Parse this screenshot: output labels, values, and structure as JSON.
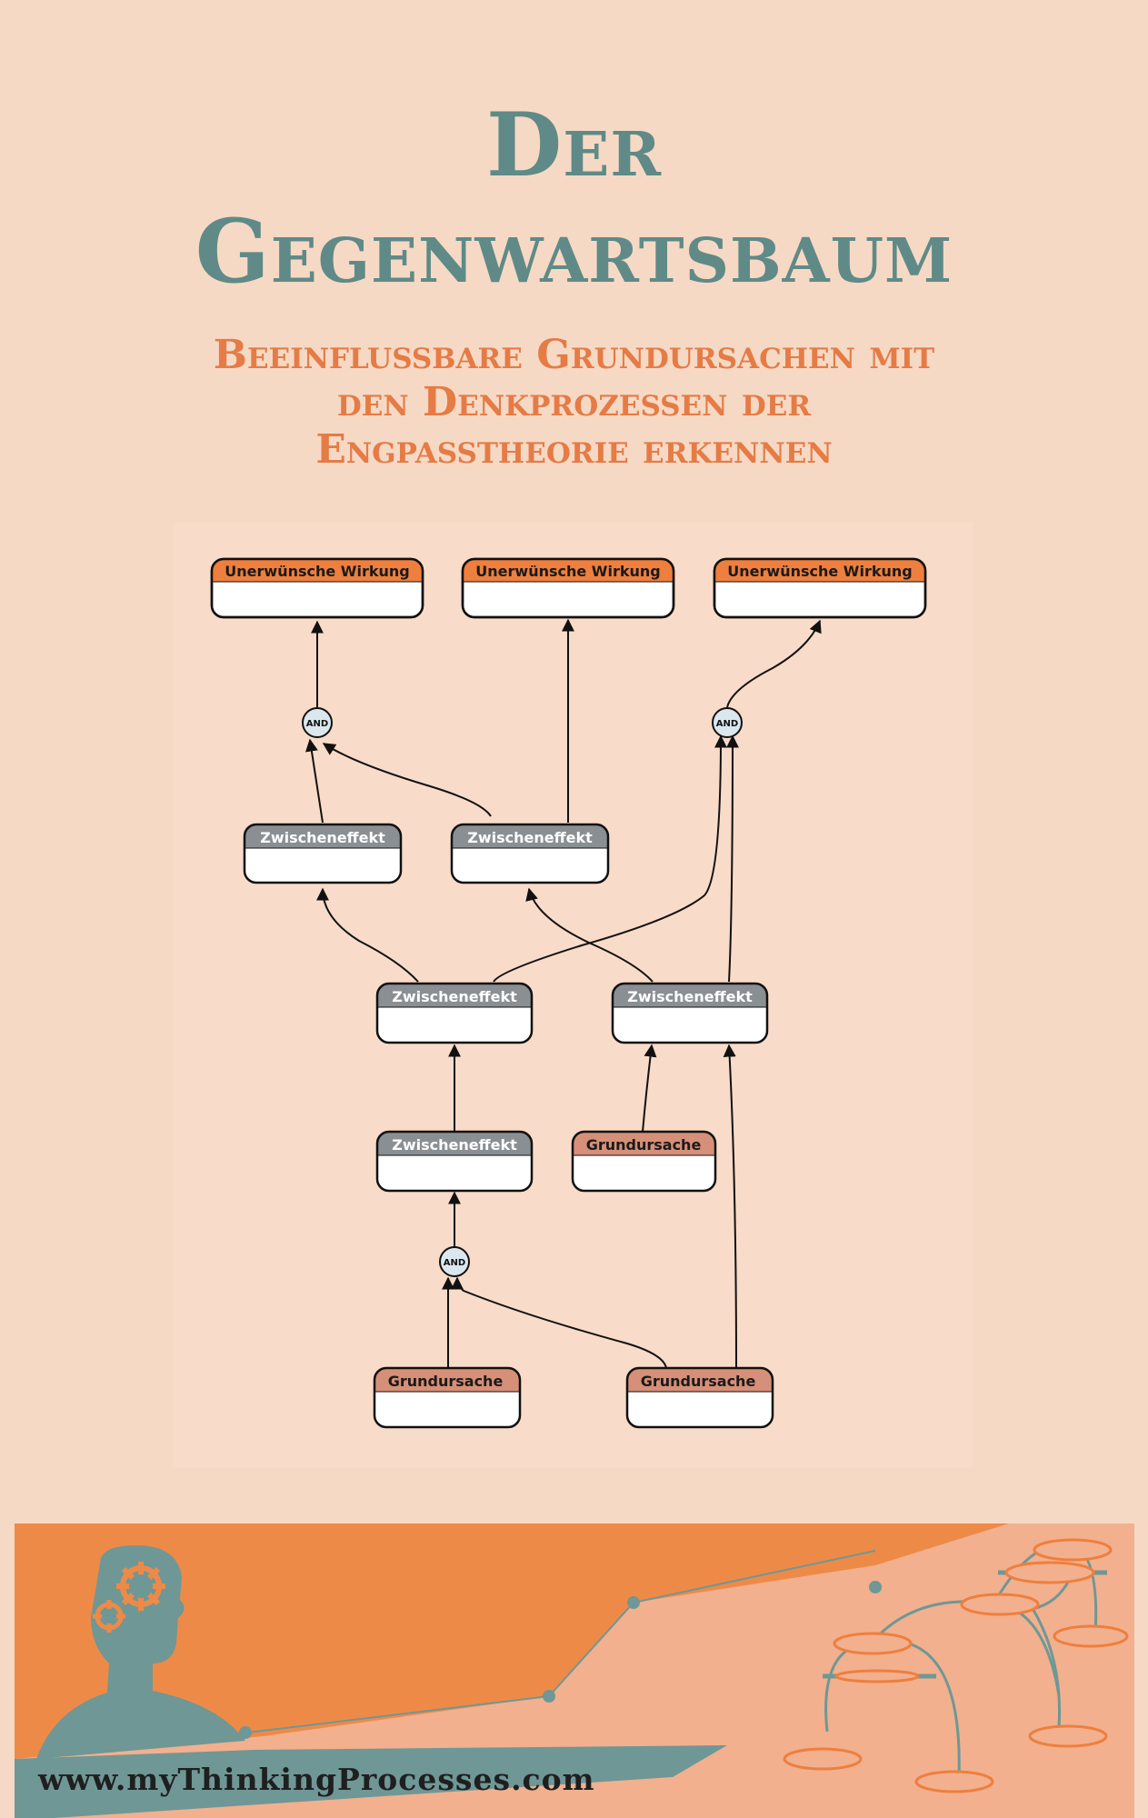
{
  "cover": {
    "title_line1": "Der",
    "title_line2": "Gegenwartsbaum",
    "subtitle_line1": "Beeinflussbare Grundursachen mit",
    "subtitle_line2": "den Denkprozessen der",
    "subtitle_line3": "Engpasstheorie erkennen",
    "url": "www.myThinkingProcesses.com"
  },
  "colors": {
    "background": "#f6d9c5",
    "title": "#5f8a87",
    "subtitle": "#e57b45",
    "effect_header": "#ee7f3e",
    "intermediate_header": "#8a8f94",
    "cause_header": "#d68f78",
    "footer_orange": "#ee8a48"
  },
  "diagram": {
    "nodes": {
      "ue1": "Unerwünsche Wirkung",
      "ue2": "Unerwünsche Wirkung",
      "ue3": "Unerwünsche Wirkung",
      "z1": "Zwischeneffekt",
      "z2": "Zwischeneffekt",
      "z3": "Zwischeneffekt",
      "z4": "Zwischeneffekt",
      "z5": "Zwischeneffekt",
      "g1": "Grundursache",
      "g2": "Grundursache",
      "g3": "Grundursache"
    },
    "and_label": "AND"
  }
}
